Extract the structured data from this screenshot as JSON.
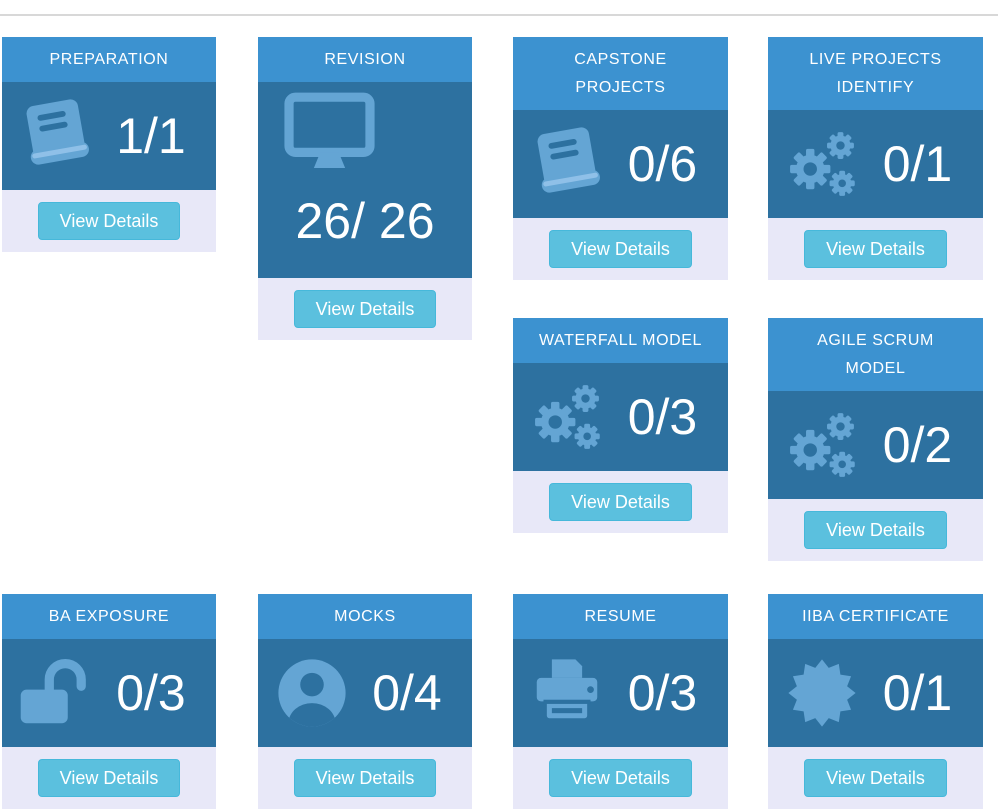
{
  "colors": {
    "card_header_bg": "#3c92d0",
    "card_body_bg": "#2d71a0",
    "icon_color": "#64a5d4",
    "icon_color_light": "#8fc0e8",
    "count_color": "#ffffff",
    "header_text": "#ffffff",
    "footer_bg": "#e8e8f8",
    "button_bg": "#5bc0de",
    "button_border": "#46b8da",
    "button_text": "#ffffff",
    "divider_color": "#d8d8d8"
  },
  "cards": [
    {
      "id": "preparation",
      "title": "PREPARATION",
      "count": "1/1",
      "icon": "book-icon",
      "button_label": "View Details"
    },
    {
      "id": "revision",
      "title": "REVISION",
      "count": "26/ 26",
      "icon": "monitor-icon",
      "button_label": "View Details"
    },
    {
      "id": "capstone-projects",
      "title": "CAPSTONE\nPROJECTS",
      "count": "0/6",
      "icon": "book-icon",
      "button_label": "View Details"
    },
    {
      "id": "live-projects-identify",
      "title": "LIVE PROJECTS\nIDENTIFY",
      "count": "0/1",
      "icon": "gears-icon",
      "button_label": "View Details"
    },
    {
      "id": "waterfall-model",
      "title": "WATERFALL MODEL",
      "count": "0/3",
      "icon": "gears-icon",
      "button_label": "View Details"
    },
    {
      "id": "agile-scrum-model",
      "title": "AGILE SCRUM\nMODEL",
      "count": "0/2",
      "icon": "gears-icon",
      "button_label": "View Details"
    },
    {
      "id": "ba-exposure",
      "title": "BA EXPOSURE",
      "count": "0/3",
      "icon": "unlock-icon",
      "button_label": "View Details"
    },
    {
      "id": "mocks",
      "title": "MOCKS",
      "count": "0/4",
      "icon": "user-circle-icon",
      "button_label": "View Details"
    },
    {
      "id": "resume",
      "title": "RESUME",
      "count": "0/3",
      "icon": "printer-icon",
      "button_label": "View Details"
    },
    {
      "id": "iiba-certificate",
      "title": "IIBA CERTIFICATE",
      "count": "0/1",
      "icon": "certificate-icon",
      "button_label": "View Details"
    }
  ]
}
